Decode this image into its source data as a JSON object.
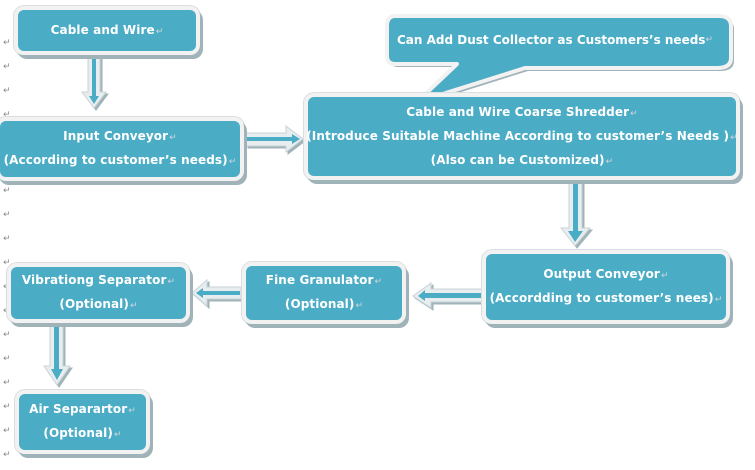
{
  "diagram": {
    "nodes": {
      "cable_and_wire": {
        "lines": [
          "Cable and Wire"
        ]
      },
      "input_conveyor": {
        "lines": [
          "Input Conveyor",
          "(According to customer’s needs)"
        ]
      },
      "coarse_shredder": {
        "lines": [
          "Cable and Wire Coarse Shredder",
          "(Introduce Suitable Machine According to customer’s Needs )",
          "(Also can be Customized)"
        ]
      },
      "output_conveyor": {
        "lines": [
          "Output Conveyor",
          "(Accordding to customer’s nees)"
        ]
      },
      "fine_granulator": {
        "lines": [
          "Fine Granulator",
          "(Optional)"
        ]
      },
      "vibrating_separator": {
        "lines": [
          "Vibrationg Separator",
          "(Optional)"
        ]
      },
      "air_separator": {
        "lines": [
          "Air Separartor",
          "(Optional)"
        ]
      }
    },
    "callout": {
      "text": "Can Add Dust Collector as Customers’s  needs",
      "attached_to": "coarse_shredder"
    },
    "edges": [
      {
        "from": "cable_and_wire",
        "to": "input_conveyor",
        "direction": "down"
      },
      {
        "from": "input_conveyor",
        "to": "coarse_shredder",
        "direction": "right"
      },
      {
        "from": "coarse_shredder",
        "to": "output_conveyor",
        "direction": "down"
      },
      {
        "from": "output_conveyor",
        "to": "fine_granulator",
        "direction": "left"
      },
      {
        "from": "fine_granulator",
        "to": "vibrating_separator",
        "direction": "left"
      },
      {
        "from": "vibrating_separator",
        "to": "air_separator",
        "direction": "down"
      }
    ],
    "colors": {
      "node_fill": "#4bacc6",
      "node_border": "#f2f2f2",
      "text": "#ffffff",
      "shadow": "#9fb3b9"
    },
    "paragraph_mark": "↵"
  }
}
